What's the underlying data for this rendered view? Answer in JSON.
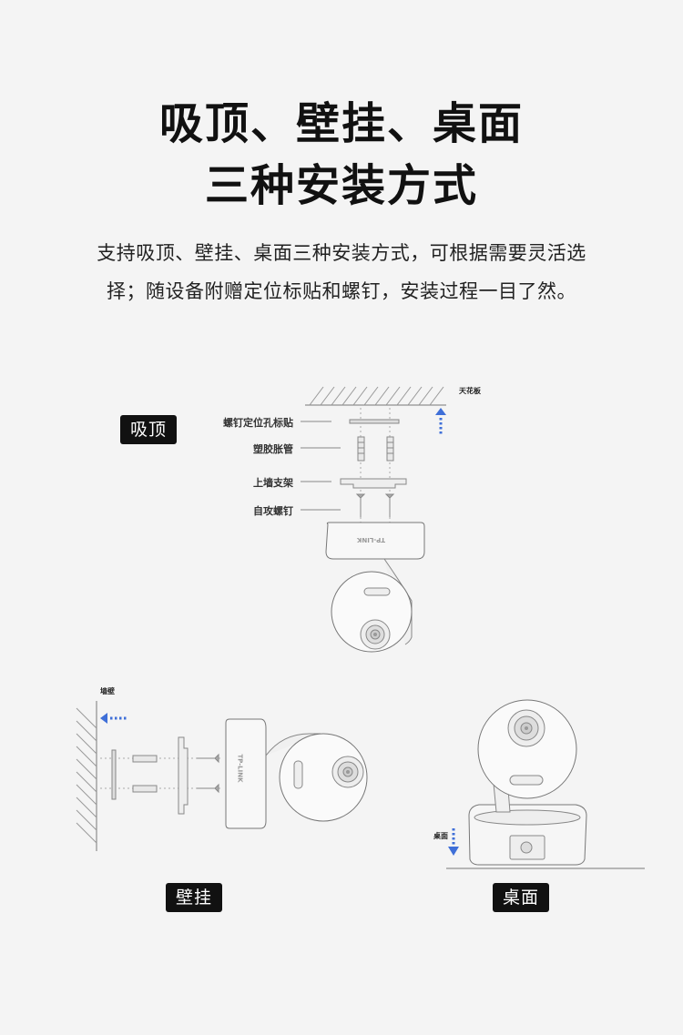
{
  "heading": {
    "line1": "吸顶、壁挂、桌面",
    "line2": "三种安装方式"
  },
  "description": {
    "line1": "支持吸顶、壁挂、桌面三种安装方式，可根据需要灵活选",
    "line2": "择；随设备附赠定位标贴和螺钉，安装过程一目了然。"
  },
  "ceiling": {
    "badge": "吸顶",
    "surface_label": "天花板",
    "parts": [
      "螺钉定位孔标贴",
      "塑胶胀管",
      "上墙支架",
      "自攻螺钉"
    ],
    "brand": "TP-LINK"
  },
  "wall": {
    "badge": "壁挂",
    "surface_label": "墙壁",
    "brand": "TP-LINK"
  },
  "desk": {
    "badge": "桌面",
    "surface_label": "桌面"
  },
  "colors": {
    "background": "#f4f4f4",
    "badge_bg": "#111111",
    "arrow_blue": "#3f6fd8",
    "line_gray": "#888888"
  }
}
